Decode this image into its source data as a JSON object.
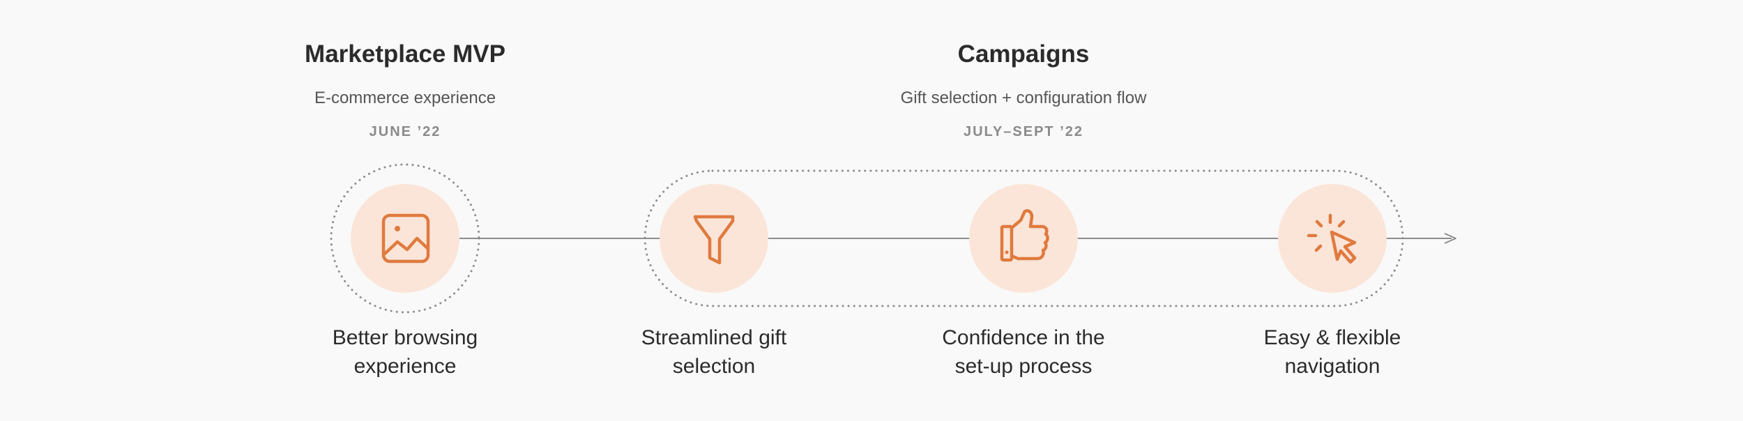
{
  "phases": [
    {
      "title": "Marketplace MVP",
      "subtitle": "E-commerce experience",
      "date": "JUNE ’22"
    },
    {
      "title": "Campaigns",
      "subtitle": "Gift selection + configuration flow",
      "date": "JULY–SEPT ’22"
    }
  ],
  "steps": [
    {
      "icon": "image-icon",
      "caption": "Better browsing experience"
    },
    {
      "icon": "funnel-icon",
      "caption": "Streamlined gift selection"
    },
    {
      "icon": "thumbs-up-icon",
      "caption": "Confidence in the set-up process"
    },
    {
      "icon": "cursor-click-icon",
      "caption": "Easy & flexible navigation"
    }
  ],
  "colors": {
    "accent": "#e07a3f",
    "circle_fill": "#fbe5d8",
    "line": "#8c8c8c",
    "dotted_border": "#8c8c8c",
    "background": "#f9f9f9"
  }
}
